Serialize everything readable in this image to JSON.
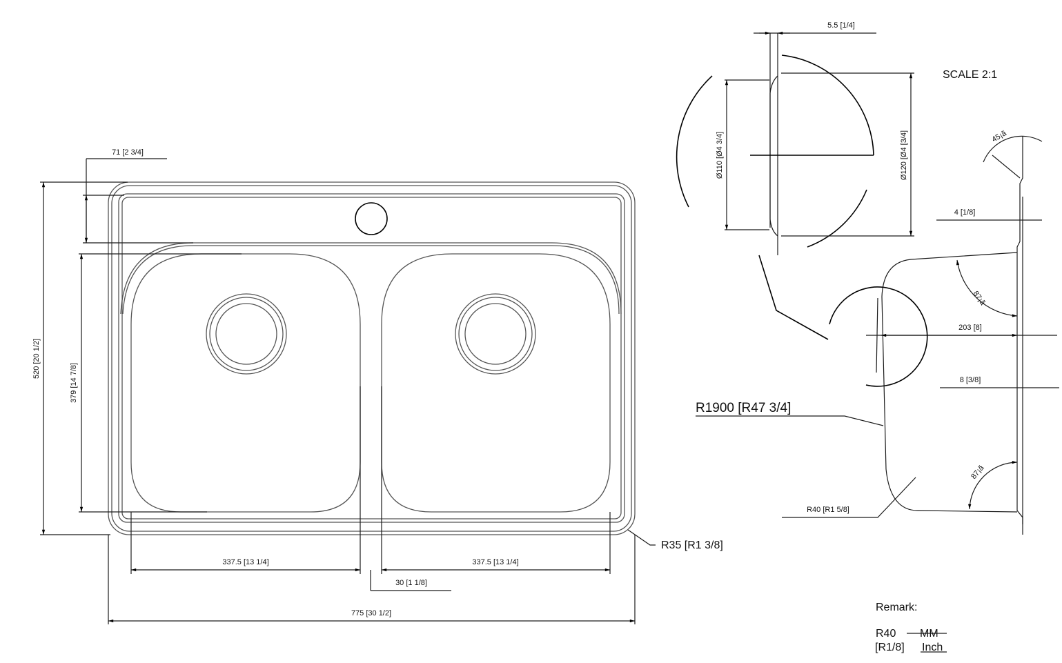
{
  "drawing": {
    "scale_label": "SCALE 2:1",
    "plan_view": {
      "dim_overall_width": "775 [30 1/2]",
      "dim_overall_depth": "520 [20 1/2]",
      "dim_bowl_depth": "379 [14 7/8]",
      "dim_back_ledge": "71 [2 3/4]",
      "dim_left_bowl_width": "337.5 [13 1/4]",
      "dim_right_bowl_width": "337.5 [13 1/4]",
      "dim_divider": "30 [1 1/8]",
      "corner_radius": "R35 [R1 3/8]"
    },
    "detail_drain": {
      "dim_flange": "5.5 [1/4]",
      "dim_inner_dia": "Ø110 [Ø4 3/4]",
      "dim_outer_dia": "Ø120 [Ø4 [3/4]"
    },
    "section_view": {
      "angle_top": "45¡ã",
      "dim_rim": "4 [1/8]",
      "angle_upper": "87¡ã",
      "dim_depth": "203 [8]",
      "dim_lip": "8 [3/8]",
      "wall_radius": "R1900 [R47 3/4]",
      "angle_lower": "87¡ã",
      "bottom_radius": "R40 [R1 5/8]"
    },
    "remark": {
      "title": "Remark:",
      "mm_value": "R40",
      "mm_unit": "MM",
      "inch_value": "[R1/8]",
      "inch_unit": "Inch"
    }
  }
}
